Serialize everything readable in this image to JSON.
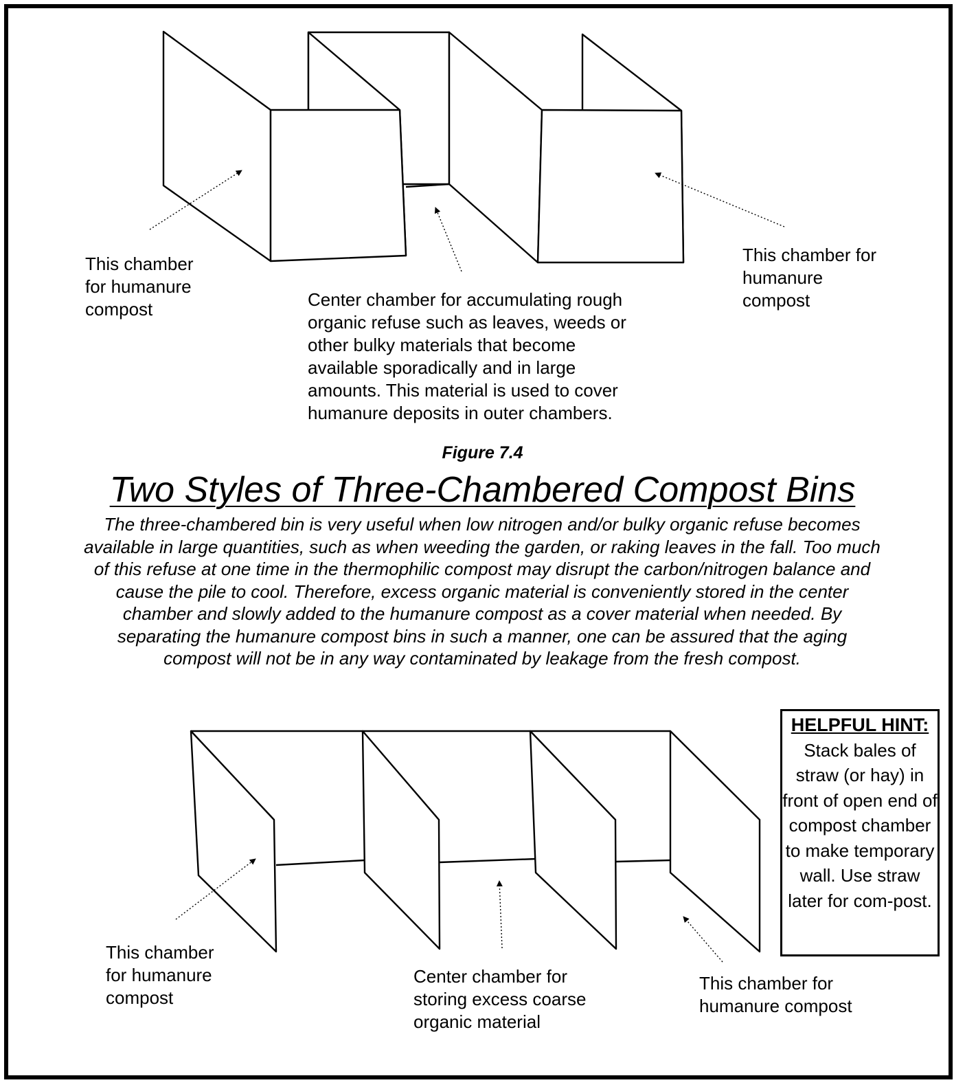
{
  "figure": {
    "caption": "Figure 7.4",
    "title": "Two Styles of Three-Chambered Compost Bins",
    "description": "The three-chambered bin is very useful when low nitrogen and/or bulky organic refuse becomes available in large quantities, such as when weeding the garden, or raking leaves in the fall. Too much of this refuse at one time in the thermophilic compost may disrupt the carbon/nitrogen balance and cause the pile to cool. Therefore, excess organic material is conveniently stored in the center chamber and slowly added to the humanure compost as a cover material when needed. By separating the humanure compost bins in such a manner, one can be assured that the aging compost will not be in any way contaminated by leakage from the fresh compost."
  },
  "top_diagram": {
    "left_label": "This chamber\nfor  humanure\ncompost",
    "center_label": "Center chamber for accumulating rough\norganic refuse such as leaves, weeds or\nother bulky materials that become\navailable sporadically and in large\namounts. This material is used to cover\nhumanure deposits in outer chambers.",
    "right_label": "This chamber for\nhumanure\ncompost"
  },
  "bottom_diagram": {
    "left_label": "This chamber\nfor humanure\ncompost",
    "center_label": "Center chamber for\nstoring excess coarse\norganic material",
    "right_label": "This chamber for\nhumanure compost"
  },
  "hint": {
    "title": "HELPFUL HINT:",
    "body": "Stack bales of straw (or hay) in front of open end of compost chamber to make temporary wall. Use straw later for com-post."
  }
}
